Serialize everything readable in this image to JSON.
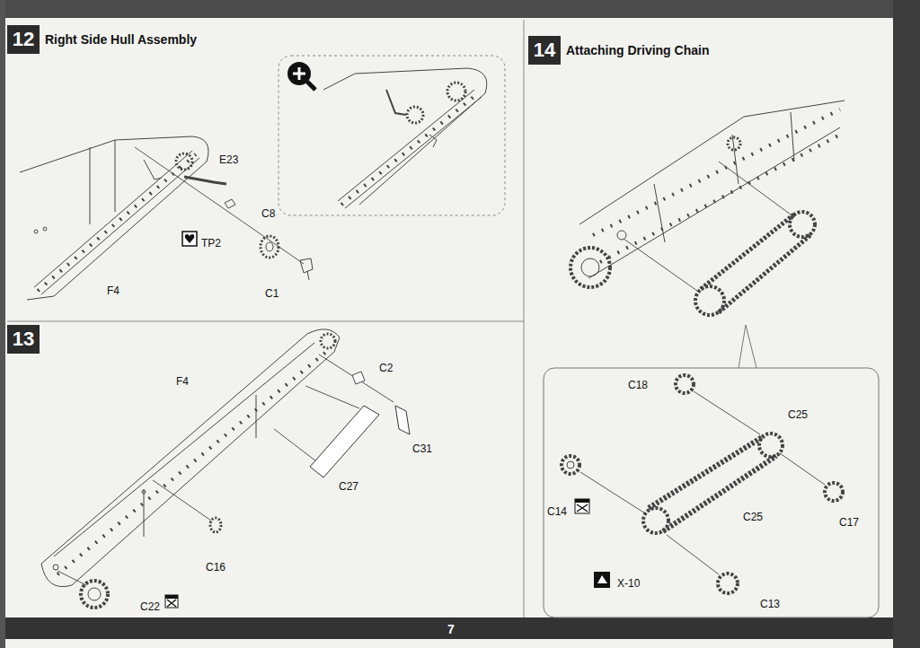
{
  "diagram": {
    "nodes": [
      {
        "text": [
          "12",
          "Right Side Hull Assembly"
        ]
      },
      {
        "text": [
          "13"
        ]
      },
      {
        "text": [
          "14",
          "Attaching Driving Chain"
        ]
      }
    ],
    "labels": [
      "E23",
      "TP2",
      "C8",
      "C1",
      "F4",
      "F4",
      "C2",
      "C31",
      "C27",
      "C16",
      "C22",
      "C18",
      "C25",
      "C25",
      "C14",
      "C17",
      "X-10",
      "C13",
      "7"
    ]
  }
}
